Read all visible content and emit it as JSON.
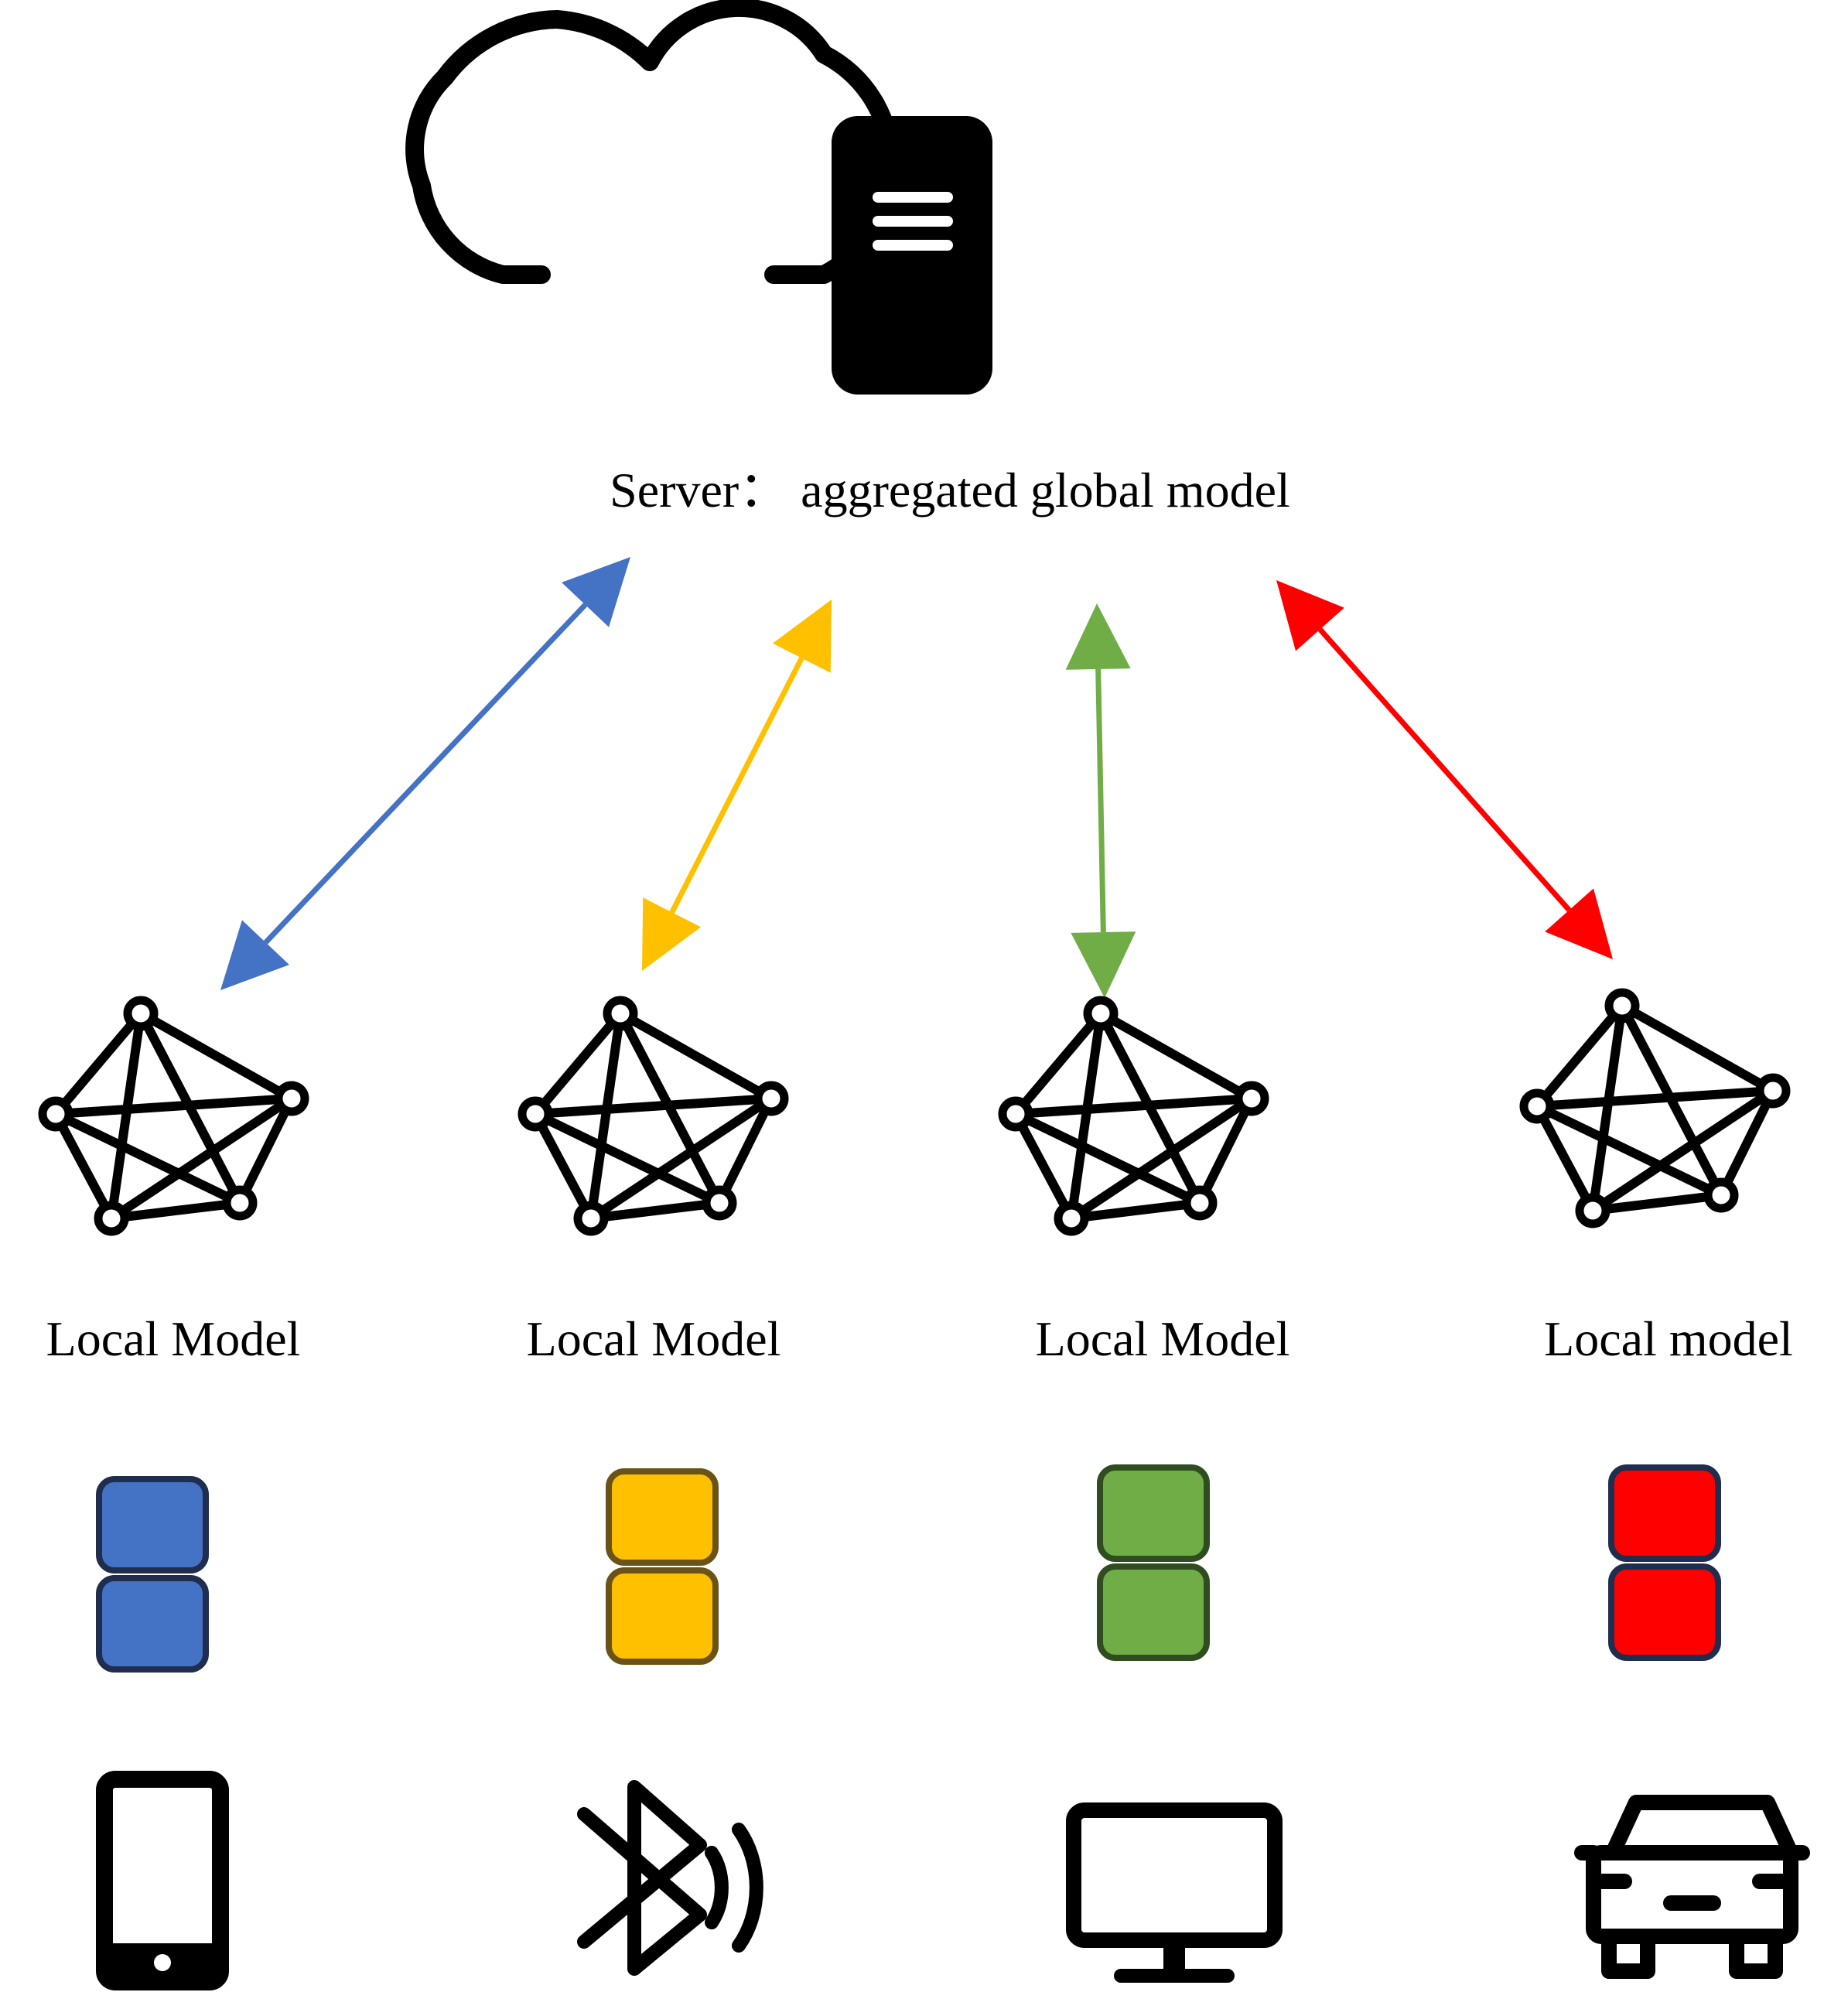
{
  "server": {
    "icon": "cloud-server-icon",
    "label": "Server： aggregated global model"
  },
  "clients": [
    {
      "label": "Local Model",
      "color": "#4472c4",
      "block_border": "#1f2d4e",
      "device_icon": "smartphone-icon"
    },
    {
      "label": "Local Model",
      "color": "#ffc000",
      "block_border": "#6b5317",
      "device_icon": "bluetooth-icon"
    },
    {
      "label": "Local Model",
      "color": "#70ad47",
      "block_border": "#2f4d1e",
      "device_icon": "monitor-icon"
    },
    {
      "label": "Local model",
      "color": "#ff0000",
      "block_border": "#1f2d4e",
      "device_icon": "car-icon"
    }
  ]
}
